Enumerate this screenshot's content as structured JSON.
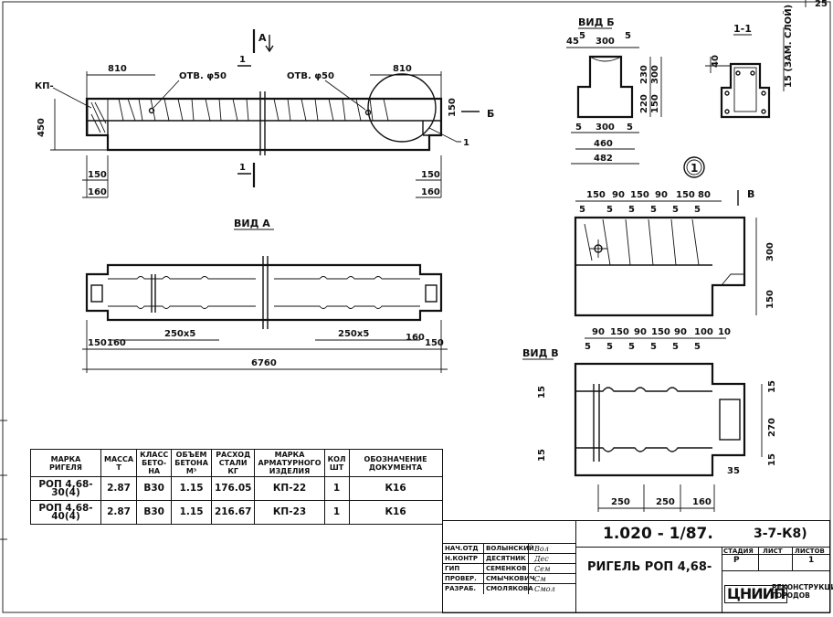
{
  "labels": {
    "kp": "КП-",
    "otv_left": "ОТВ. φ50",
    "otv_right": "ОТВ. φ50",
    "section_a1": "А",
    "section_a_tick": "1",
    "view_a": "ВИД А",
    "view_b": "ВИД Б",
    "view_v": "ВИД В",
    "section_11": "1-1",
    "node_1": "1",
    "arrow_b": "Б",
    "arrow_v": "В",
    "leader_1": "1",
    "zaml": "15 (ЗАМ. СЛОЙ)"
  },
  "dims": {
    "d810a": "810",
    "d810b": "810",
    "d450": "450",
    "d150a": "150",
    "d150b": "150",
    "d160a": "160",
    "d150c": "150",
    "d160b": "160",
    "d150r": "150",
    "vb_45": "45",
    "vb_5a": "5",
    "vb_300a": "300",
    "vb_5b": "5",
    "vb_230": "230",
    "vb_300v": "300",
    "vb_220": "220",
    "vb_150": "150",
    "vb_5c": "5",
    "vb_300b": "300",
    "vb_5d": "5",
    "vb_460": "460",
    "vb_482": "482",
    "s11_40": "40",
    "va_150a": "150",
    "va_160a": "160",
    "va_250x5a": "250x5",
    "va_250x5b": "250x5",
    "va_160b": "160",
    "va_150b": "150",
    "va_6760": "6760",
    "n1_top": [
      "150",
      "90",
      "150",
      "90",
      "150",
      "80"
    ],
    "n1_top5": [
      "5",
      "5",
      "5",
      "5",
      "5",
      "5"
    ],
    "n1_300": "300",
    "n1_150": "150",
    "n1_bot": [
      "90",
      "150",
      "90",
      "150",
      "90",
      "100",
      "10"
    ],
    "n1_bot5": [
      "5",
      "5",
      "5",
      "5",
      "5",
      "5"
    ],
    "vv_15a": "15",
    "vv_15b": "15",
    "vv_15c": "15",
    "vv_15d": "15",
    "vv_270": "270",
    "vv_35": "35",
    "vv_250a": "250",
    "vv_250b": "250",
    "vv_160": "160"
  },
  "table": {
    "headers": [
      "МАРКА РИГЕЛЯ",
      "МАССА Т",
      "КЛАСС БЕТО- НА",
      "ОБЪЕМ БЕТОНА М³",
      "РАСХОД СТАЛИ КГ",
      "МАРКА АРМАТУРНОГО ИЗДЕЛИЯ",
      "КОЛ ШТ",
      "ОБОЗНАЧЕНИЕ ДОКУМЕНТА"
    ],
    "rows": [
      [
        "РОП 4,68-30(4)",
        "2.87",
        "В30",
        "1.15",
        "176.05",
        "КП-22",
        "1",
        "К16"
      ],
      [
        "РОП 4,68-40(4)",
        "2.87",
        "В30",
        "1.15",
        "216.67",
        "КП-23",
        "1",
        "К16"
      ]
    ]
  },
  "titleblock": {
    "doc_code": "1.020 - 1/87.",
    "sheet_code": "3-7-К8)",
    "title": "РИГЕЛЬ РОП 4,68-",
    "stadia_label": "СТАДИЯ",
    "list_label": "ЛИСТ",
    "listov_label": "ЛИСТОВ",
    "stadia": "Р",
    "list": "",
    "listov": "1",
    "org_logo": "ЦНИИП",
    "org_text": "РЕКОНСТРУКЦИИ ГОРОДОВ",
    "people": [
      {
        "role": "НАЧ.ОТД",
        "name": "ВОЛЫНСКИЙ",
        "sig": "Вол"
      },
      {
        "role": "Н.КОНТР",
        "name": "ДЕСЯТНИК",
        "sig": "Дес"
      },
      {
        "role": "ГИП",
        "name": "СЕМЕНКОВ",
        "sig": "Сем"
      },
      {
        "role": "ПРОВЕР.",
        "name": "СМЫЧКОВИЧ",
        "sig": "См"
      },
      {
        "role": "РАЗРАБ.",
        "name": "СМОЛЯКОВА",
        "sig": "Смол"
      }
    ]
  },
  "corner": "25"
}
